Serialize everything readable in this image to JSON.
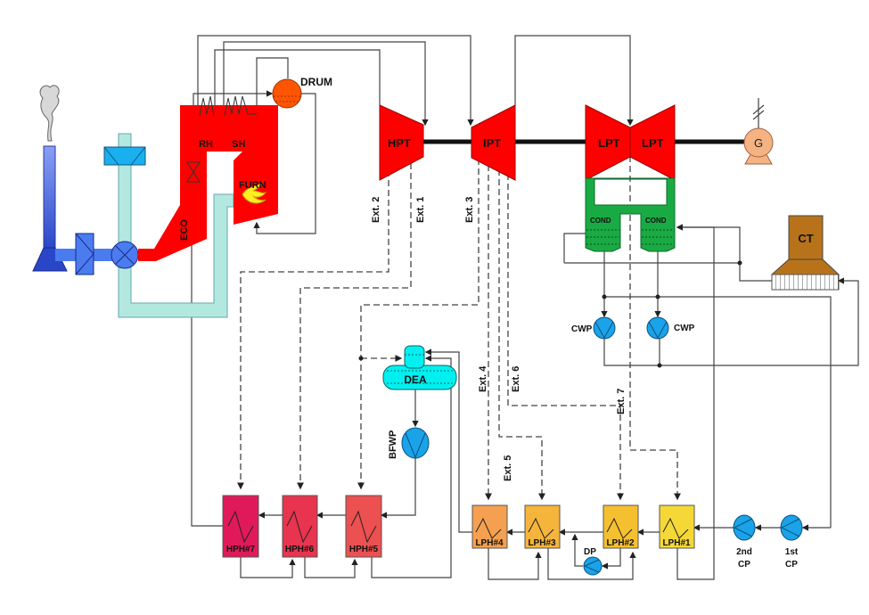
{
  "colors": {
    "boiler": "#ff0000",
    "drum": "#ff5500",
    "air_duct": "#b3e8e0",
    "flue_duct": "#4a7cf0",
    "condenser": "#1aaa44",
    "cooling_tower": "#b8731a",
    "generator": "#f5b383",
    "pump": "#1aa3e8",
    "deaerator": "#00f0f0",
    "hph": [
      "#e01a5a",
      "#e8344e",
      "#ec5050"
    ],
    "lph": [
      "#f5a050",
      "#f5b43c",
      "#f5c030",
      "#f5d838"
    ]
  },
  "boiler": {
    "drum": "DRUM",
    "reheater": "RH",
    "superheater": "SH",
    "furnace": "FURN",
    "economizer": "ECO"
  },
  "turbines": {
    "hpt": "HPT",
    "ipt": "IPT",
    "lpt_a": "LPT",
    "lpt_b": "LPT",
    "generator": "G"
  },
  "condensers": [
    "COND",
    "COND"
  ],
  "cooling_tower": "CT",
  "pumps": {
    "cwp_a": "CWP",
    "cwp_b": "CWP",
    "bfwp": "BFWP",
    "dp": "DP",
    "cp2": [
      "2nd",
      "CP"
    ],
    "cp1": [
      "1st",
      "CP"
    ]
  },
  "deaerator": "DEA",
  "extractions": [
    "Ext. 1",
    "Ext. 2",
    "Ext. 3",
    "Ext. 4",
    "Ext. 5",
    "Ext. 6",
    "Ext. 7"
  ],
  "hp_heaters": [
    "HPH#7",
    "HPH#6",
    "HPH#5"
  ],
  "lp_heaters": [
    "LPH#4",
    "LPH#3",
    "LPH#2",
    "LPH#1"
  ]
}
